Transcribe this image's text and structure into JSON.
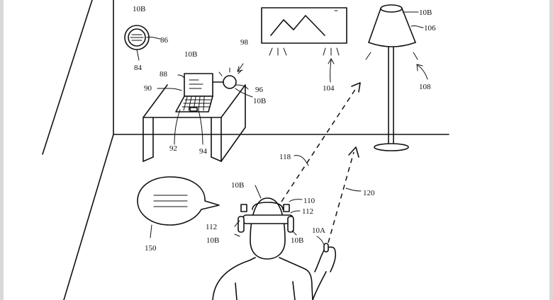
{
  "labels": {
    "l_10b_clock": "10B",
    "l_86": "86",
    "l_84": "84",
    "l_10b_laptop": "10B",
    "l_88": "88",
    "l_90": "90",
    "l_98": "98",
    "l_96": "96",
    "l_10b_lamp_small": "10B",
    "l_92": "92",
    "l_94": "94",
    "l_104": "104",
    "l_10b_floorlamp": "10B",
    "l_106": "106",
    "l_108": "108",
    "l_118": "118",
    "l_120": "120",
    "l_10b_headset": "10B",
    "l_110": "110",
    "l_112_right": "112",
    "l_112_left": "112",
    "l_10b_left_ear": "10B",
    "l_10b_right_ear": "10B",
    "l_10a": "10A",
    "l_150": "150"
  },
  "colors": {
    "ink": "#111111",
    "background": "#ffffff",
    "page_edge": "#d8d8d8"
  }
}
